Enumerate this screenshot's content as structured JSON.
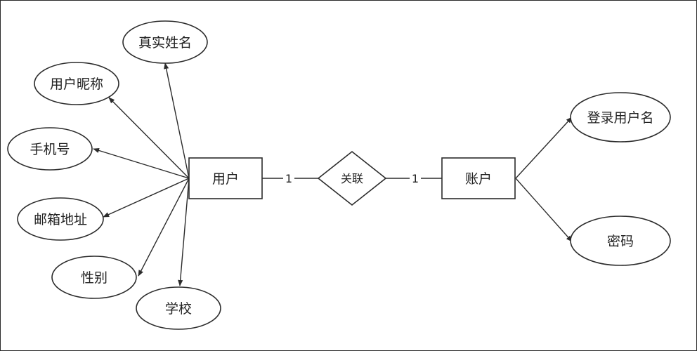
{
  "entities": {
    "user": "用户",
    "account": "账户"
  },
  "relationship": {
    "label": "关联",
    "cardinality_left": "1",
    "cardinality_right": "1"
  },
  "user_attributes": {
    "real_name": "真实姓名",
    "nickname": "用户昵称",
    "phone": "手机号",
    "email": "邮箱地址",
    "gender": "性别",
    "school": "学校"
  },
  "account_attributes": {
    "login_username": "登录用户名",
    "password": "密码"
  }
}
